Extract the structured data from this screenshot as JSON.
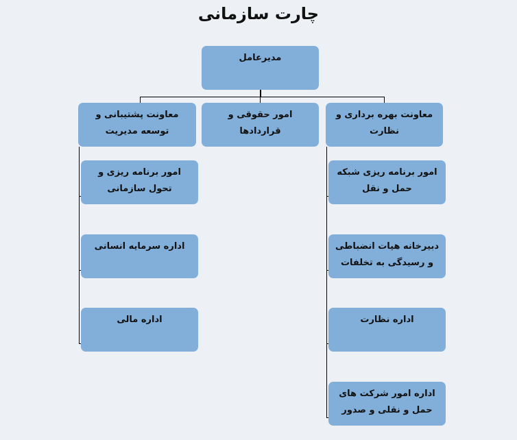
{
  "title": "چارت سازمانی",
  "ceo": "مدیرعامل",
  "deputies": {
    "support": "معاونت پشتیبانی و توسعه مدیریت",
    "legal": "امور حقوقی و قراردادها",
    "operations": "معاونت بهره برداری و نظارت"
  },
  "support_units": [
    "امور برنامه ریزی و تحول سازمانی",
    "اداره سرمایه انسانی",
    "اداره مالی"
  ],
  "operations_units": [
    "امور برنامه ریزی شبکه حمل و نقل",
    "دبیرخانه هیات انضباطی و رسیدگی به تخلفات",
    "اداره نظارت",
    "اداره امور شرکت های حمل و نقلی و صدور"
  ],
  "colors": {
    "box": "#82afda",
    "background": "#edf1f5",
    "connector": "#000000"
  }
}
